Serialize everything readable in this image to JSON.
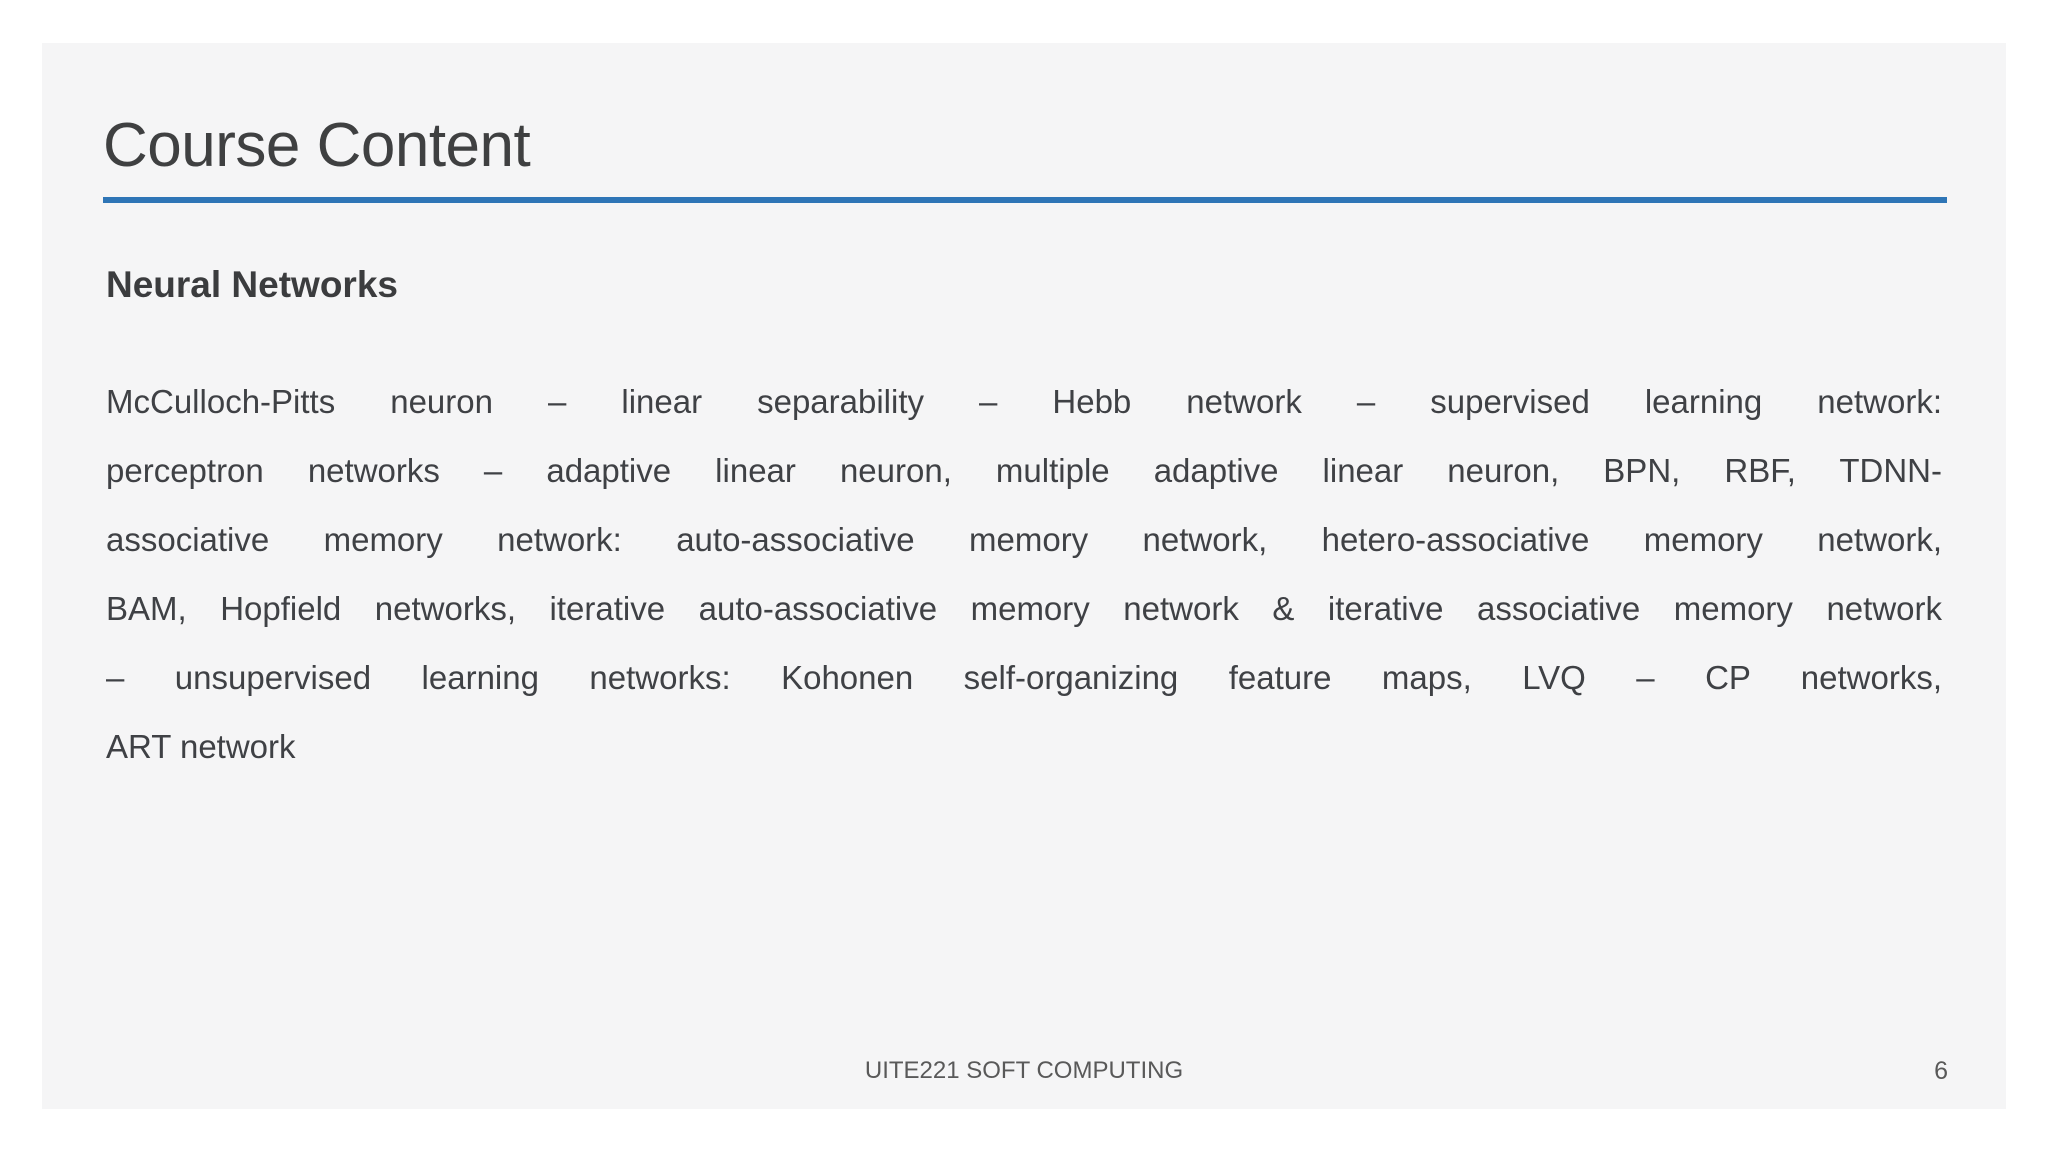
{
  "slide": {
    "title": "Course Content",
    "section_heading": "Neural Networks",
    "body_lines": [
      "McCulloch-Pitts neuron – linear separability – Hebb network – supervised learning network:",
      "perceptron networks – adaptive linear neuron, multiple adaptive linear neuron, BPN, RBF, TDNN-",
      "associative memory network: auto-associative memory network, hetero-associative memory network,",
      "BAM, Hopfield networks, iterative auto-associative memory network & iterative associative memory network",
      "– unsupervised learning networks: Kohonen self-organizing feature maps, LVQ – CP networks,",
      "ART network"
    ],
    "footer": {
      "text": "UITE221 SOFT COMPUTING",
      "page_number": "6"
    },
    "colors": {
      "slide_background": "#f5f5f6",
      "page_background": "#ffffff",
      "accent_rule_blue": "#2e75b6",
      "title_text": "#3f4041",
      "body_text": "#3f4145",
      "footer_text": "#595959"
    }
  }
}
